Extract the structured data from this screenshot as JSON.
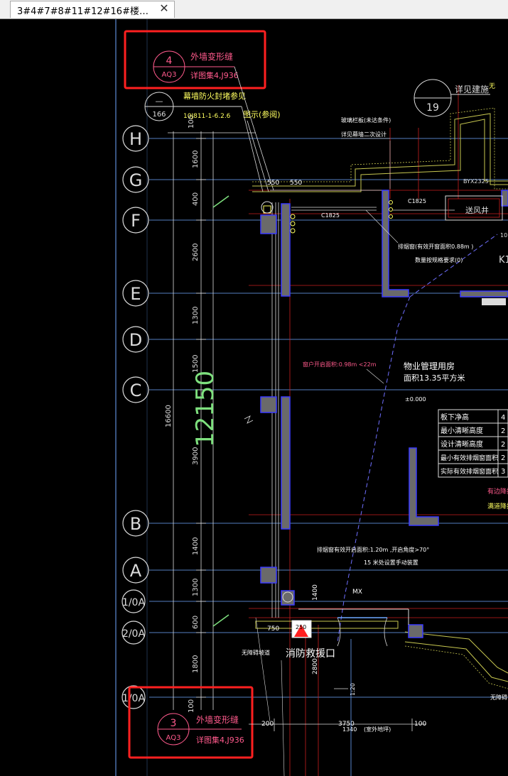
{
  "tab": {
    "title": "3#4#7#8#11#12#16#楼…",
    "close_glyph": "✕"
  },
  "colors": {
    "background": "#000000",
    "axis": "#6fa8ff",
    "wall": "#3a3aff",
    "wall_fill": "#6a6a6a",
    "dim": "#dcdcdc",
    "red_line": "#c81e1e",
    "callout": "#ff2020",
    "hatch": "#c8c850",
    "text_pink": "#ff5a8c",
    "text_white": "#ffffff",
    "text_yellow": "#ffff60",
    "dim_green": "#7ee07e"
  },
  "callouts": {
    "top": {
      "num": "4",
      "sheet": "AQ3",
      "line1": "外墙变形缝",
      "line2": "详图集4,J936"
    },
    "bottom": {
      "num": "3",
      "sheet": "AQ3",
      "line1": "外墙变形缝",
      "line2": "详图集4,J936"
    }
  },
  "axes": [
    {
      "label": "H"
    },
    {
      "label": "G"
    },
    {
      "label": "F"
    },
    {
      "label": "E"
    },
    {
      "label": "D"
    },
    {
      "label": "C"
    },
    {
      "label": "B"
    },
    {
      "label": "A"
    },
    {
      "label": "1/0A"
    },
    {
      "label": "2/0A"
    },
    {
      "label": "1/0A"
    }
  ],
  "dimensions": {
    "segments": [
      "100",
      "1600",
      "400",
      "2600",
      "1300",
      "1500",
      "3900",
      "1400",
      "1300",
      "600",
      "1800",
      "100"
    ],
    "overall": "16600",
    "large": "12150",
    "bottom": [
      "200",
      "3750",
      "1340",
      "(室外地坪)",
      "100",
      "750",
      "250",
      "2800",
      "1400"
    ]
  },
  "notes": {
    "fire": "幕墙防火封堵参见",
    "fire_ref": "10J811-1-6.2.6",
    "fire_ref_num": "166",
    "fire_ref_sym": "—",
    "wall_ref": "图示(参阅)",
    "detail_num": "19",
    "detail_text": "详见建施",
    "glass": "玻璃栏板(未达条件)",
    "glass2": "详见幕墙二次设计",
    "exhaust": "排烟窗(有效开窗面积0.88m  )",
    "exhaust2": "数量按规格要求(0)",
    "room_name": "物业管理用房",
    "room_area": "面积13.35平方米",
    "window_note": "窗户开启面积:0.98m  <22m",
    "level": "±0.000",
    "smoke_note": "排烟窗有效开启面积:1.20m  ,开启角度>70°",
    "smoke_note2": "15  米处设置手动装置",
    "rescue": "消防救援口",
    "vent": "送风井",
    "vent_code": "BYX2325",
    "k_label": "K1",
    "w_label": "10",
    "door": "MX",
    "c_label": "C1825",
    "c_label2": "C1825",
    "left_note": "无障碍坡道",
    "right_note": "无障碍",
    "pink_right1": "有边降排",
    "pink_right2": "满道降排",
    "dim550a": "550",
    "dim550b": "550",
    "elev": "1:20"
  },
  "table": [
    {
      "label": "板下净高",
      "value": "4"
    },
    {
      "label": "最小清晰高度",
      "value": "2"
    },
    {
      "label": "设计清晰高度",
      "value": "2"
    },
    {
      "label": "最小有效排烟窗面积",
      "value": "2"
    },
    {
      "label": "实际有效排烟窗面积",
      "value": "3"
    }
  ]
}
